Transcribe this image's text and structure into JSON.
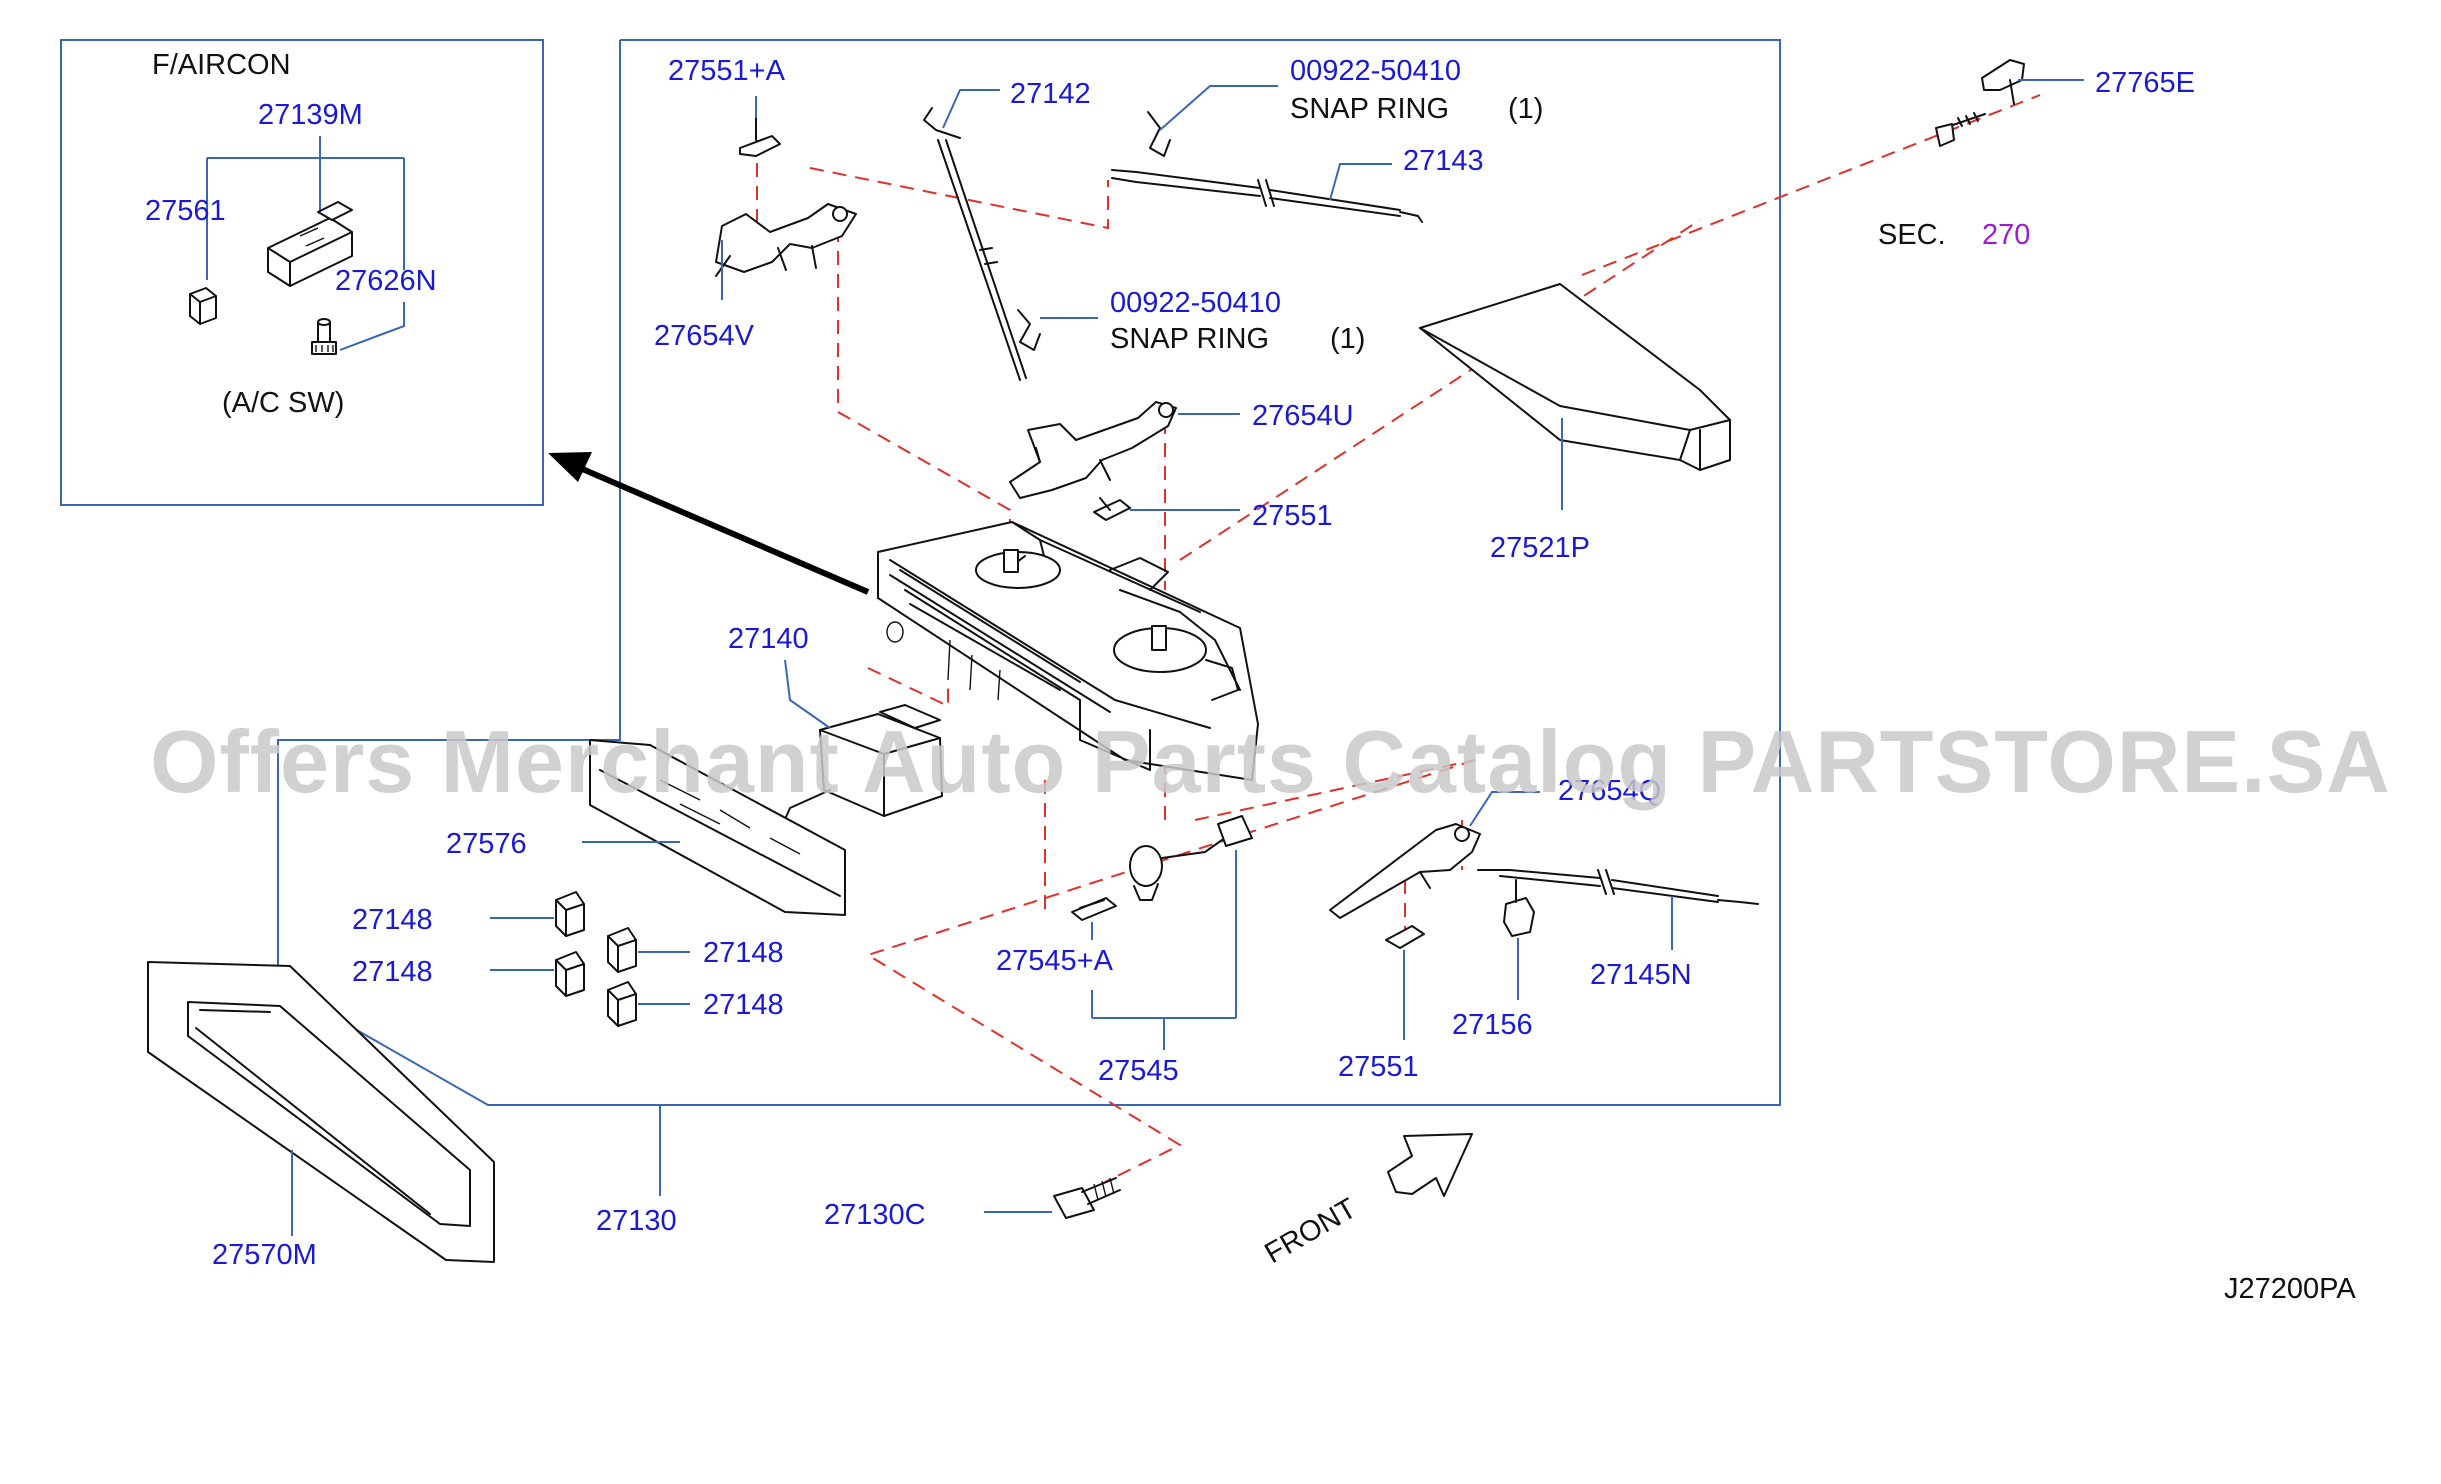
{
  "watermark": "Offers Merchant Auto Parts Catalog PARTSTORE.SA",
  "diagram_code": "J27200PA",
  "inset": {
    "title": "F/AIRCON",
    "caption": "(A/C  SW)"
  },
  "labels": {
    "p27139M": "27139M",
    "p27561": "27561",
    "p27626N": "27626N",
    "p27551A": "27551+A",
    "p27142": "27142",
    "p00922a": "00922-50410",
    "snap_a": "SNAP  RING",
    "qty_a": "(1)",
    "p27143": "27143",
    "p00922b": "00922-50410",
    "snap_b": "SNAP  RING",
    "qty_b": "(1)",
    "p27654V": "27654V",
    "p27654U": "27654U",
    "p27551_mid": "27551",
    "p27765E": "27765E",
    "sec_prefix": "SEC.",
    "sec_num": "270",
    "p27521P": "27521P",
    "p27140": "27140",
    "p27576": "27576",
    "p27148_1": "27148",
    "p27148_2": "27148",
    "p27148_3": "27148",
    "p27148_4": "27148",
    "p27545A": "27545+A",
    "p27545": "27545",
    "p27654Q": "27654Q",
    "p27145N": "27145N",
    "p27156": "27156",
    "p27551_bot": "27551",
    "p27130": "27130",
    "p27130C": "27130C",
    "p27570M": "27570M",
    "front": "FRONT"
  }
}
